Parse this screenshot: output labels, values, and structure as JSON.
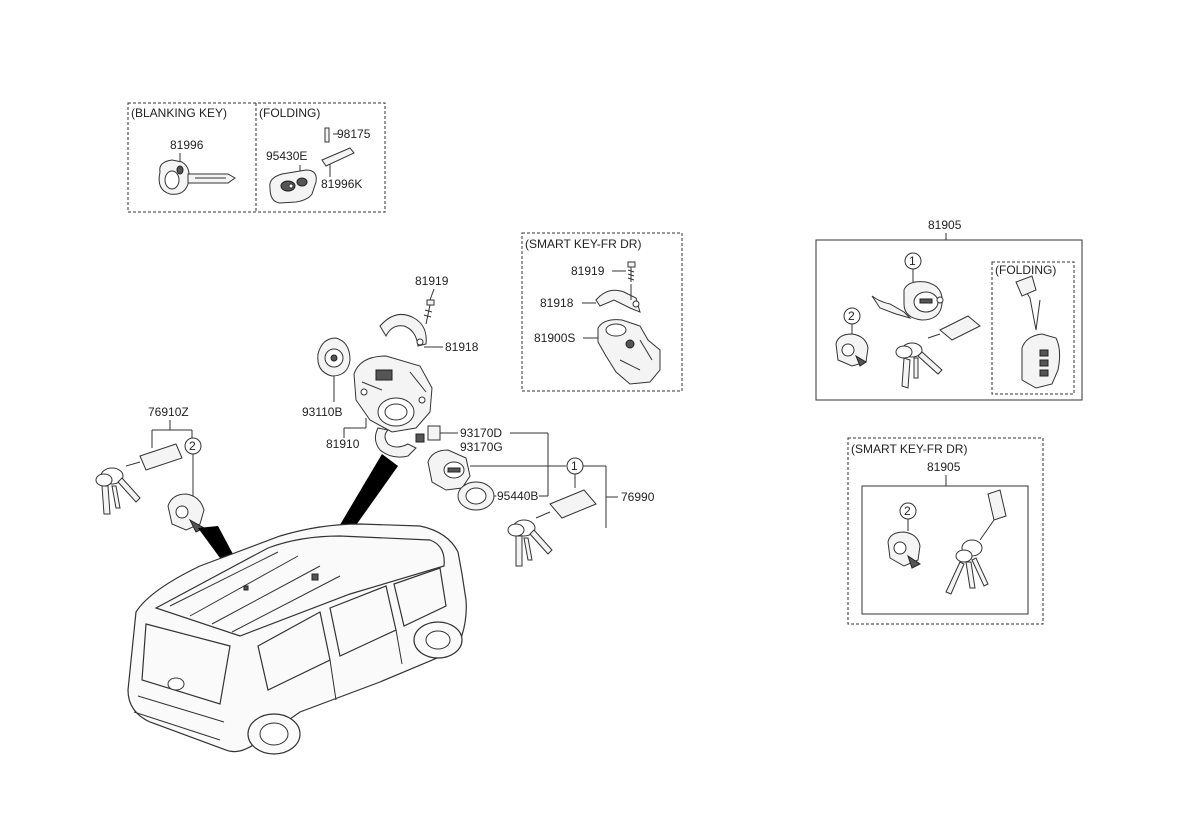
{
  "boxes": {
    "blanking_key": "(BLANKING KEY)",
    "folding": "(FOLDING)",
    "smart_key_fr_dr": "(SMART KEY-FR DR)",
    "folding_right": "(FOLDING)",
    "smart_key_fr_dr_right": "(SMART KEY-FR DR)"
  },
  "parts": {
    "p81996": "81996",
    "p98175": "98175",
    "p95430E": "95430E",
    "p81996K": "81996K",
    "p81919_main": "81919",
    "p81918_main": "81918",
    "p93110B": "93110B",
    "p81910": "81910",
    "p93170D": "93170D",
    "p93170G": "93170G",
    "p95440B": "95440B",
    "p76990": "76990",
    "p76910Z": "76910Z",
    "p81919_sk": "81919",
    "p81918_sk": "81918",
    "p81900S": "81900S",
    "p81905_a": "81905",
    "p81905_b": "81905"
  },
  "callouts": {
    "c1": "1",
    "c2": "2"
  }
}
